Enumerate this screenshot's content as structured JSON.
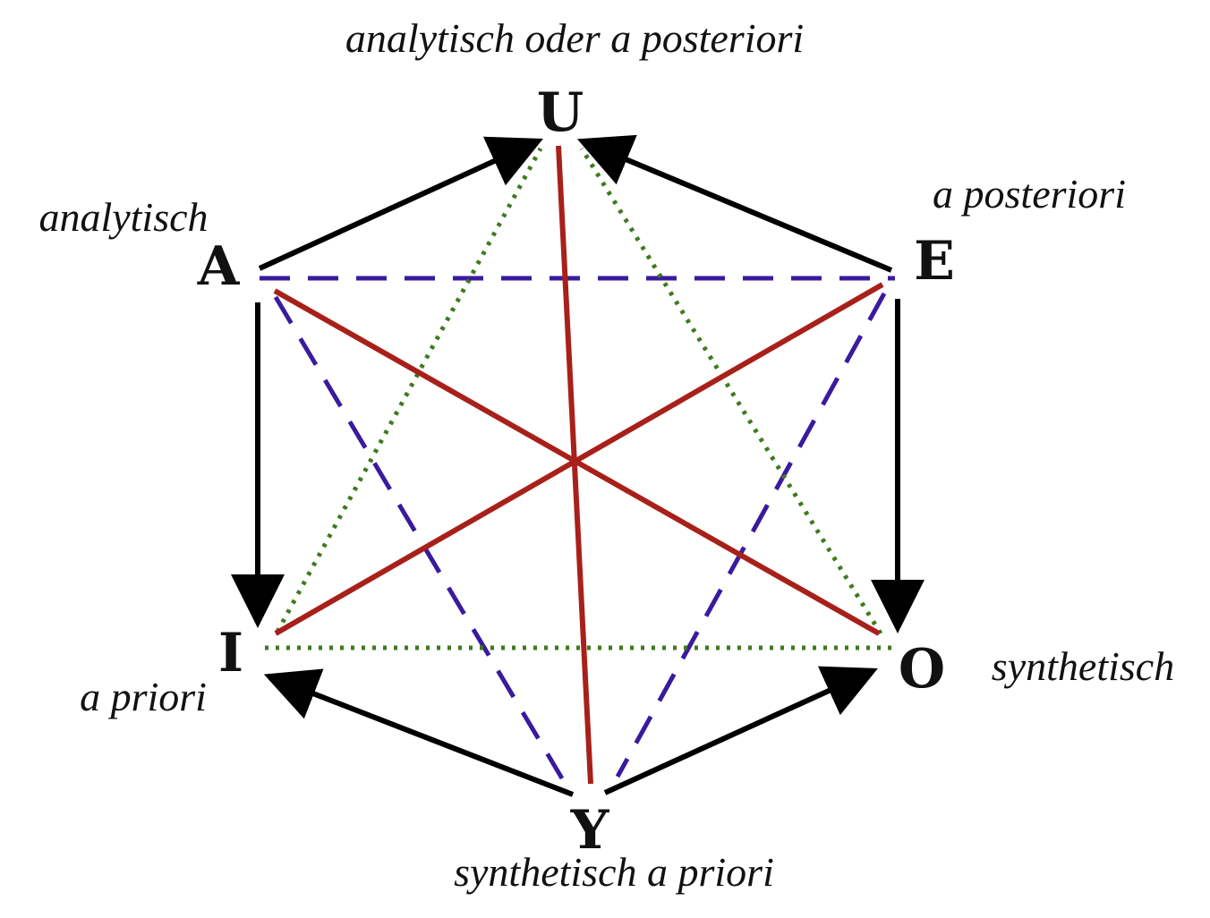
{
  "colors": {
    "arrow": "#000000",
    "contradiction": "#a8201a",
    "contrariety": "#3a1a9e",
    "subcontrariety": "#3e7a1e"
  },
  "vertices": {
    "U": "U",
    "A": "A",
    "E": "E",
    "I": "I",
    "O": "O",
    "Y": "Y"
  },
  "captions": {
    "U": "analytisch oder a posteriori",
    "A": "analytisch",
    "E": "a posteriori",
    "I": "a priori",
    "O": "synthetisch",
    "Y": "synthetisch a priori"
  }
}
